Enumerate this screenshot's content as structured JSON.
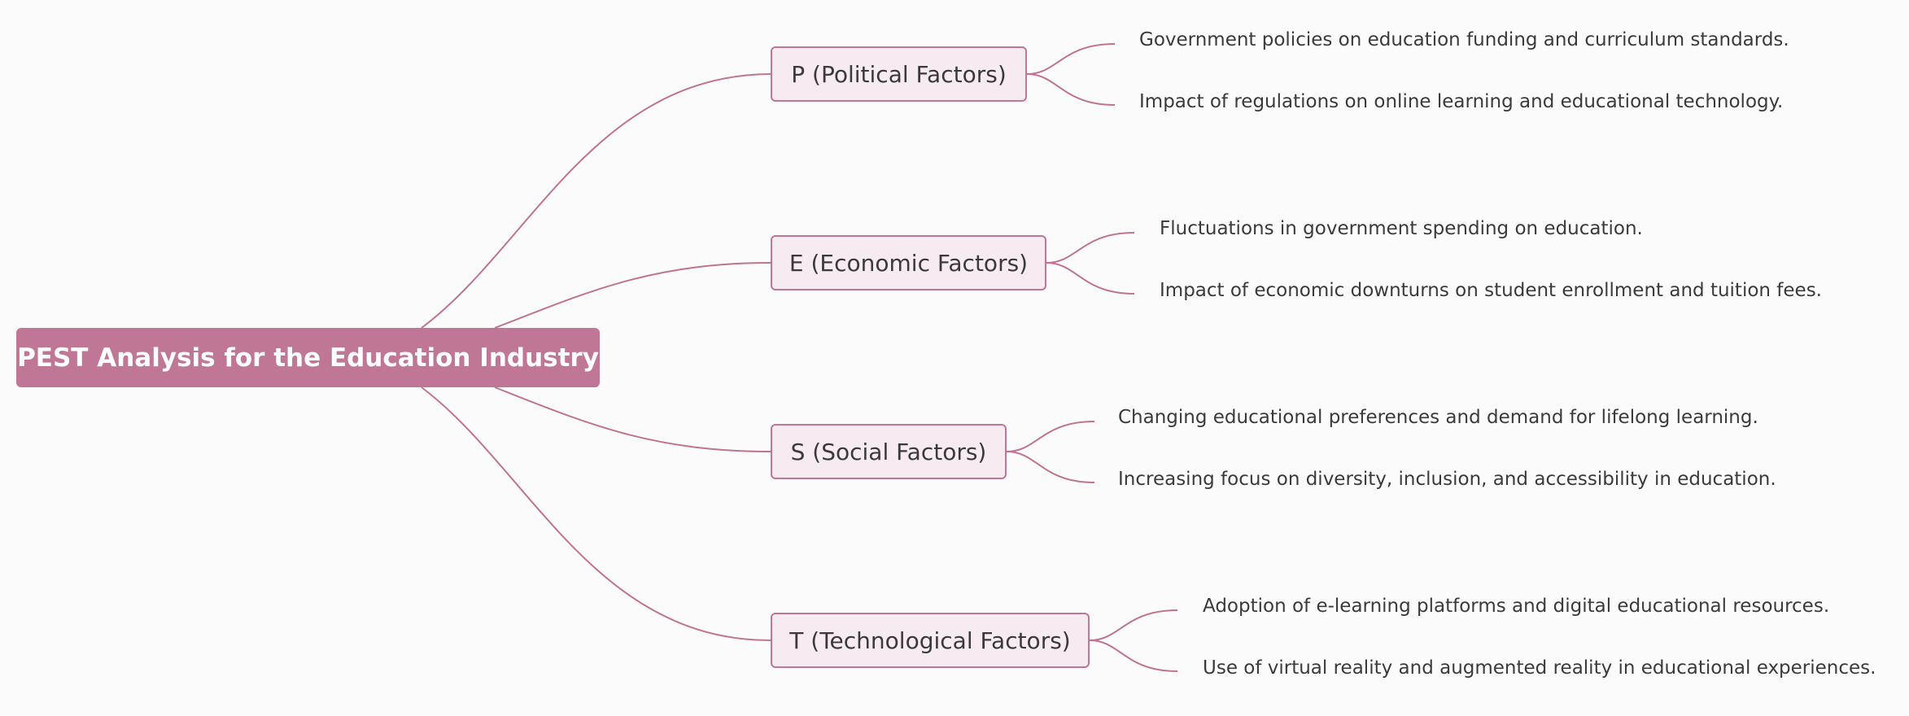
{
  "root": {
    "title": "PEST Analysis for the Education Industry"
  },
  "branches": [
    {
      "label": "P (Political Factors)",
      "leaves": [
        "Government policies on education funding and curriculum standards.",
        "Impact of regulations on online learning and educational technology."
      ]
    },
    {
      "label": "E (Economic Factors)",
      "leaves": [
        "Fluctuations in government spending on education.",
        "Impact of economic downturns on student enrollment and tuition fees."
      ]
    },
    {
      "label": "S (Social Factors)",
      "leaves": [
        "Changing educational preferences and demand for lifelong learning.",
        "Increasing focus on diversity, inclusion, and accessibility in education."
      ]
    },
    {
      "label": "T (Technological Factors)",
      "leaves": [
        "Adoption of e-learning platforms and digital educational resources.",
        "Use of virtual reality and augmented reality in educational experiences."
      ]
    }
  ],
  "colors": {
    "accent": "#c07796",
    "branch_fill": "#f7ebf1",
    "connector": "#bf7493",
    "background": "#fcfbfb"
  }
}
